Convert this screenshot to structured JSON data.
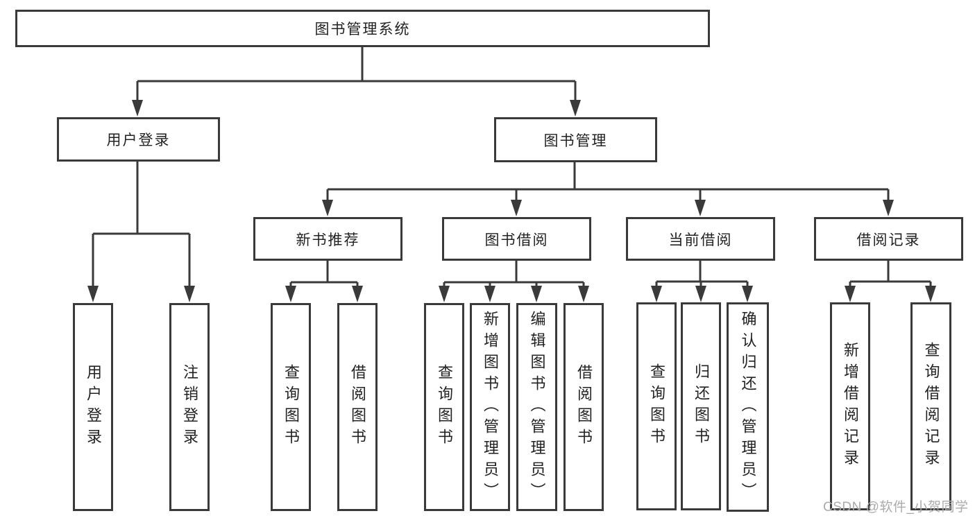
{
  "nodes": {
    "root": "图书管理系统",
    "level2": [
      "用户登录",
      "图书管理"
    ],
    "level3": [
      "新书推荐",
      "图书借阅",
      "当前借阅",
      "借阅记录"
    ],
    "leaves": {
      "user_login": [
        "用户登录",
        "注销登录"
      ],
      "new_book_rec": [
        "查询图书",
        "借阅图书"
      ],
      "book_borrow": [
        "查询图书",
        "新增图书（管理员）",
        "编辑图书（管理员）",
        "借阅图书"
      ],
      "current_borrow": [
        "查询图书",
        "归还图书",
        "确认归还（管理员）"
      ],
      "borrow_records": [
        "新增借阅记录",
        "查询借阅记录"
      ]
    }
  },
  "watermark": "CSDN @软件_小贺同学",
  "colors": {
    "line": "#3a3a3a",
    "text": "#222222",
    "watermark": "#ababab",
    "background": "#ffffff"
  }
}
